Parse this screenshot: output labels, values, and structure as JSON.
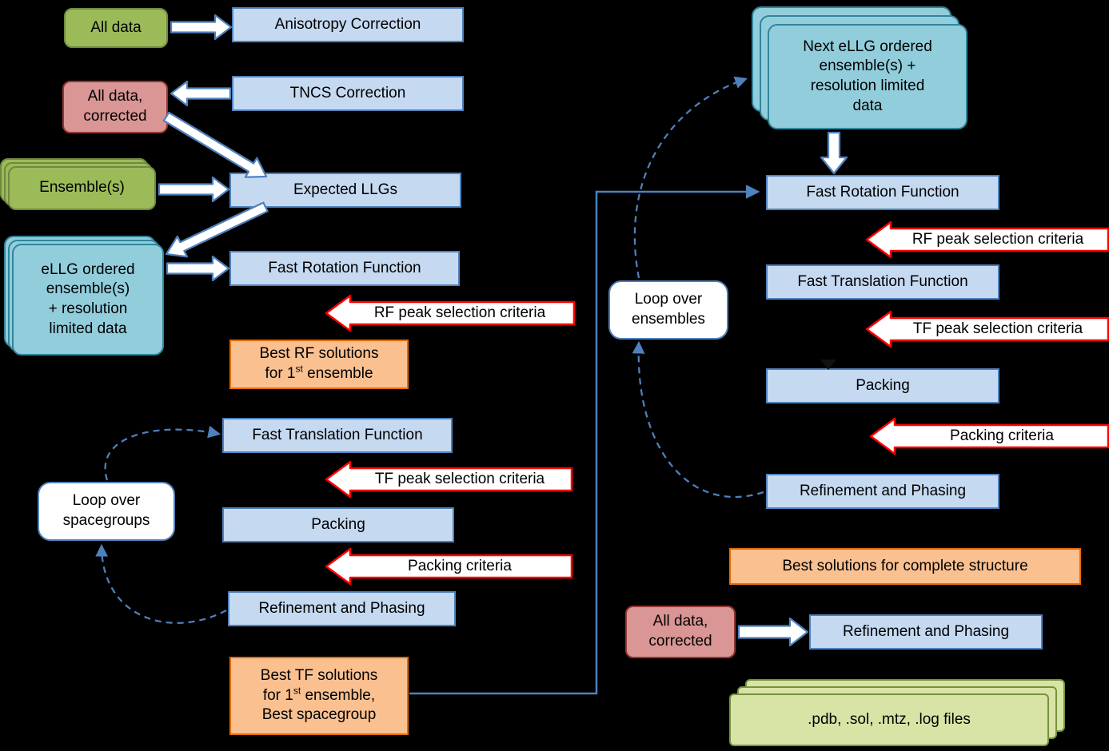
{
  "colors": {
    "bg": "#000000",
    "blue_fill": "#c5d9f1",
    "blue_border": "#4f81bd",
    "green_fill": "#9bbb59",
    "green_border": "#71893f",
    "pink_fill": "#d99694",
    "pink_border": "#953734",
    "teal_fill": "#92cddc",
    "teal_border": "#31859b",
    "orange_fill": "#fac090",
    "orange_border": "#e36c09",
    "output_fill": "#d7e4a6",
    "output_border": "#76923c",
    "arrow_fill": "#ffffff",
    "arrow_outline": "#4f81bd",
    "red_arrow_outline": "#ff0000",
    "connector": "#4f81bd",
    "text": "#000000"
  },
  "left_flow": {
    "all_data": "All data",
    "anisotropy_correction": "Anisotropy Correction",
    "tncs_correction": "TNCS Correction",
    "all_data_corrected": "All data,\ncorrected",
    "ensembles": "Ensemble(s)",
    "expected_llgs": "Expected LLGs",
    "ellg_ordered_ensembles": "eLLG ordered\nensemble(s)\n+ resolution\nlimited data",
    "fast_rotation_function": "Fast Rotation Function",
    "rf_peak_criteria": "RF peak selection criteria",
    "best_rf": {
      "line1": "Best RF solutions",
      "line2_pre": "for 1",
      "line2_sup": "st",
      "line2_post": " ensemble"
    },
    "fast_translation_function": "Fast Translation Function",
    "tf_peak_criteria": "TF peak selection criteria",
    "packing": "Packing",
    "packing_criteria": "Packing criteria",
    "refinement_and_phasing": "Refinement and Phasing",
    "loop_over_spacegroups": "Loop over\nspacegroups",
    "best_tf": {
      "line1": "Best TF solutions",
      "line2_pre": "for 1",
      "line2_sup": "st",
      "line2_post": " ensemble,",
      "line3": "Best spacegroup"
    }
  },
  "right_flow": {
    "next_ellg_ensembles": "Next eLLG ordered\nensemble(s) +\nresolution limited\ndata",
    "fast_rotation_function": "Fast Rotation Function",
    "rf_peak_criteria": "RF peak selection criteria",
    "fast_translation_function": "Fast Translation Function",
    "tf_peak_criteria": "TF peak selection criteria",
    "packing": "Packing",
    "packing_criteria": "Packing criteria",
    "refinement_and_phasing": "Refinement and Phasing",
    "loop_over_ensembles": "Loop over\nensembles",
    "best_solutions": "Best solutions for complete structure",
    "all_data_corrected": "All data,\ncorrected",
    "refinement_and_phasing_final": "Refinement and Phasing",
    "output_files": ".pdb, .sol, .mtz, .log files"
  }
}
